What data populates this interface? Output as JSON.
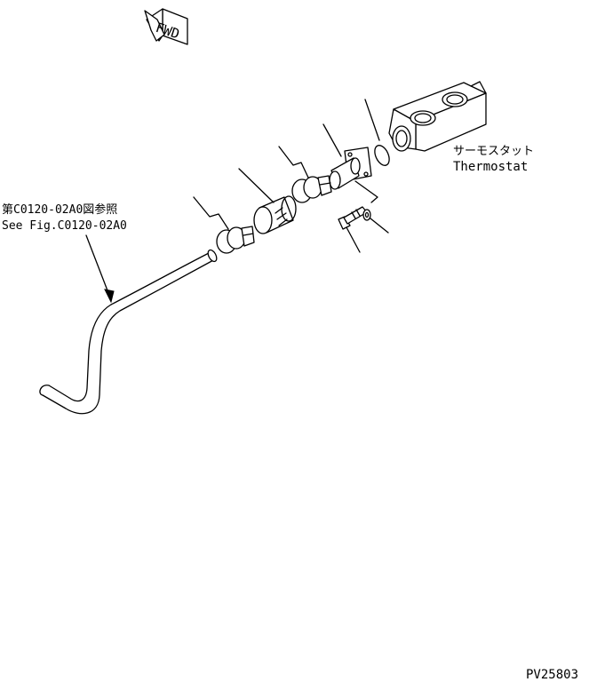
{
  "fwd_label": "FWD",
  "thermostat": {
    "label_jp": "サーモスタット",
    "label_en": "Thermostat"
  },
  "reference": {
    "label_jp": "第C0120-02A0図参照",
    "label_en": "See Fig.C0120-02A0"
  },
  "drawing_number": "PV25803"
}
